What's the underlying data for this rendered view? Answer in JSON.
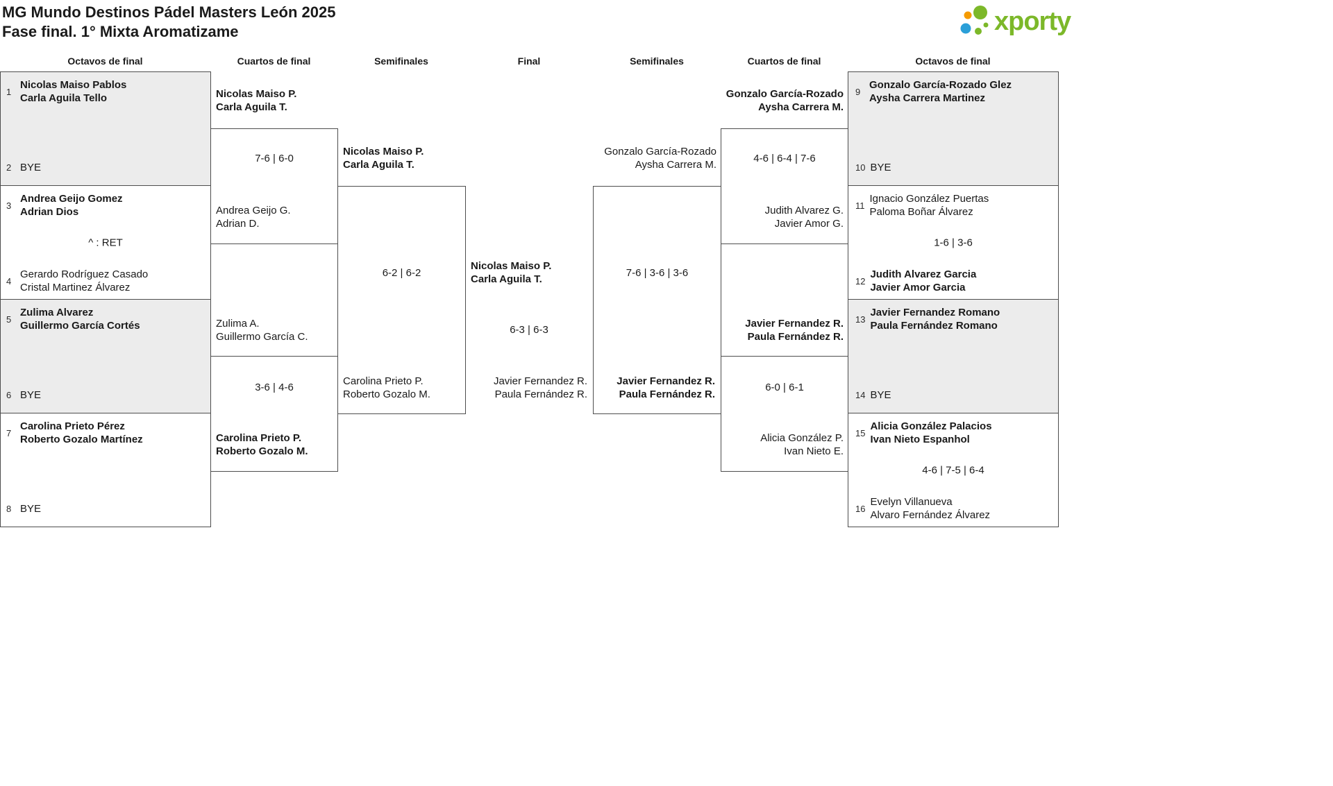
{
  "header": {
    "title": "MG Mundo Destinos Pádel Masters León 2025",
    "subtitle": "Fase final. 1° Mixta Aromatizame",
    "logo": {
      "text": "xporty"
    }
  },
  "round_headers": {
    "left_r16": "Octavos de final",
    "left_qf": "Cuartos de final",
    "left_sf": "Semifinales",
    "final": "Final",
    "right_sf": "Semifinales",
    "right_qf": "Cuartos de final",
    "right_r16": "Octavos de final"
  },
  "left_r16": {
    "m1": {
      "seed_top": "1",
      "top": [
        "Nicolas Maiso Pablos",
        "Carla Aguila Tello"
      ],
      "seed_bottom": "2",
      "bottom": [
        "BYE"
      ]
    },
    "m2": {
      "seed_top": "3",
      "top": [
        "Andrea Geijo Gomez",
        "Adrian Dios"
      ],
      "note": "^ : RET",
      "seed_bottom": "4",
      "bottom": [
        "Gerardo Rodríguez Casado",
        "Cristal Martinez Álvarez"
      ]
    },
    "m3": {
      "seed_top": "5",
      "top": [
        "Zulima Alvarez",
        "Guillermo García Cortés"
      ],
      "seed_bottom": "6",
      "bottom": [
        "BYE"
      ]
    },
    "m4": {
      "seed_top": "7",
      "top": [
        "Carolina Prieto Pérez",
        "Roberto Gozalo Martínez"
      ],
      "seed_bottom": "8",
      "bottom": [
        "BYE"
      ]
    }
  },
  "left_qf": {
    "m1": {
      "top": [
        "Nicolas Maiso P.",
        "Carla Aguila T."
      ],
      "score": "7-6 | 6-0",
      "bottom": [
        "Andrea Geijo G.",
        "Adrian D."
      ]
    },
    "m2": {
      "top": [
        "Zulima A.",
        "Guillermo García C."
      ],
      "score": "3-6 | 4-6",
      "bottom": [
        "Carolina Prieto P.",
        "Roberto Gozalo M."
      ]
    }
  },
  "left_sf": {
    "top": [
      "Nicolas Maiso P.",
      "Carla Aguila T."
    ],
    "score": "6-2 | 6-2",
    "bottom": [
      "Carolina Prieto P.",
      "Roberto Gozalo M."
    ]
  },
  "final": {
    "top": [
      "Nicolas Maiso P.",
      "Carla Aguila T."
    ],
    "score": "6-3 | 6-3",
    "bottom": [
      "Javier Fernandez R.",
      "Paula Fernández R."
    ]
  },
  "right_sf": {
    "top": [
      "Gonzalo García-Rozado",
      "Aysha Carrera M."
    ],
    "score": "7-6 | 3-6 | 3-6",
    "bottom": [
      "Javier Fernandez R.",
      "Paula Fernández R."
    ]
  },
  "right_qf": {
    "m1": {
      "top": [
        "Gonzalo García-Rozado",
        "Aysha Carrera M."
      ],
      "score": "4-6 | 6-4 | 7-6",
      "bottom": [
        "Judith Alvarez G.",
        "Javier Amor G."
      ]
    },
    "m2": {
      "top": [
        "Javier Fernandez R.",
        "Paula Fernández R."
      ],
      "score": "6-0 | 6-1",
      "bottom": [
        "Alicia González P.",
        "Ivan Nieto E."
      ]
    }
  },
  "right_r16": {
    "m1": {
      "seed_top": "9",
      "top": [
        "Gonzalo García-Rozado Glez",
        "Aysha Carrera Martinez"
      ],
      "seed_bottom": "10",
      "bottom": [
        "BYE"
      ]
    },
    "m2": {
      "seed_top": "11",
      "top": [
        "Ignacio González Puertas",
        "Paloma Boñar Álvarez"
      ],
      "score": "1-6 | 3-6",
      "seed_bottom": "12",
      "bottom": [
        "Judith Alvarez Garcia",
        "Javier Amor Garcia"
      ]
    },
    "m3": {
      "seed_top": "13",
      "top": [
        "Javier Fernandez Romano",
        "Paula Fernández Romano"
      ],
      "seed_bottom": "14",
      "bottom": [
        "BYE"
      ]
    },
    "m4": {
      "seed_top": "15",
      "top": [
        "Alicia González Palacios",
        "Ivan Nieto Espanhol"
      ],
      "score": "4-6 | 7-5 | 6-4",
      "seed_bottom": "16",
      "bottom": [
        "Evelyn Villanueva",
        "Alvaro Fernández Álvarez"
      ]
    }
  },
  "colors": {
    "brand_green": "#7cb829",
    "brand_blue": "#2b9fd8",
    "brand_orange": "#f59b00",
    "box_shaded": "#ececec",
    "border": "#4d4d4d",
    "text": "#1a1a1a"
  }
}
